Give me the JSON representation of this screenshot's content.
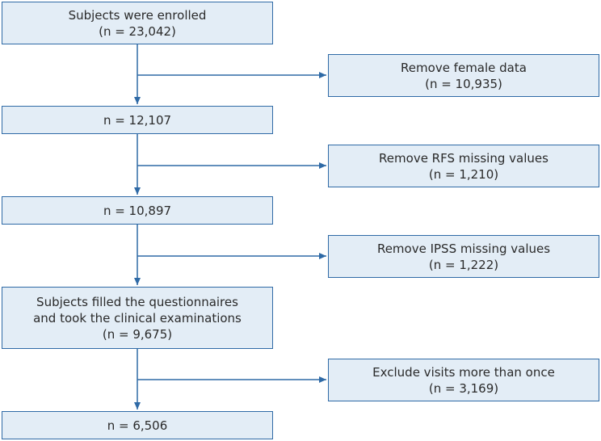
{
  "main_boxes": [
    {
      "lines": [
        "Subjects were enrolled",
        "(n = 23,042)"
      ]
    },
    {
      "lines": [
        "n = 12,107"
      ]
    },
    {
      "lines": [
        "n = 10,897"
      ]
    },
    {
      "lines": [
        "Subjects filled the questionnaires",
        "and took the clinical examinations",
        "(n = 9,675)"
      ]
    },
    {
      "lines": [
        "n = 6,506"
      ]
    }
  ],
  "exclusion_boxes": [
    {
      "lines": [
        "Remove female data",
        "(n = 10,935)"
      ]
    },
    {
      "lines": [
        "Remove RFS missing values",
        "(n = 1,210)"
      ]
    },
    {
      "lines": [
        "Remove IPSS missing values",
        "(n = 1,222)"
      ]
    },
    {
      "lines": [
        "Exclude visits more than once",
        "(n = 3,169)"
      ]
    }
  ],
  "colors": {
    "box_fill": "#e3edf6",
    "box_border": "#2f6aa6",
    "arrow": "#2f6aa6"
  }
}
